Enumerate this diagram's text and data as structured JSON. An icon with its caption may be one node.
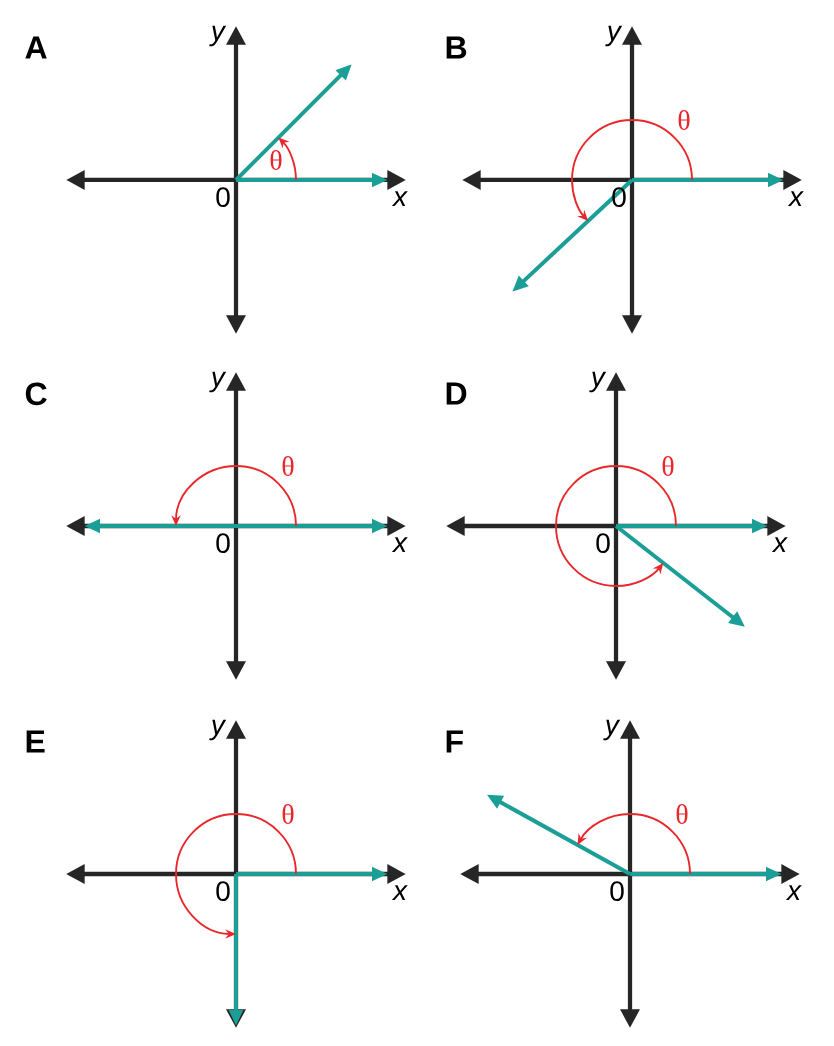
{
  "diagram": {
    "labels": [
      "A",
      "y",
      "θ",
      "0",
      "x",
      "B",
      "y",
      "θ",
      "0",
      "x",
      "C",
      "y",
      "θ",
      "0",
      "x",
      "D",
      "y",
      "θ",
      "0",
      "x",
      "E",
      "y",
      "θ",
      "0",
      "x",
      "F",
      "y",
      "θ",
      "0",
      "x"
    ]
  }
}
